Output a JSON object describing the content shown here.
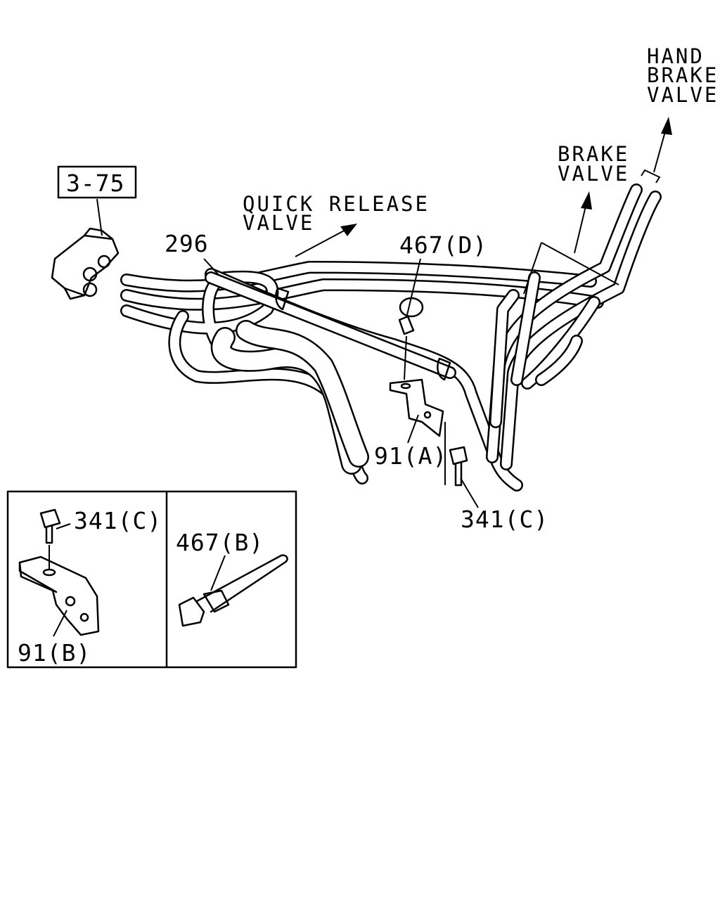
{
  "diagram": {
    "labels": {
      "ref_box": "3-75",
      "quick_release_line1": "QUICK RELEASE",
      "quick_release_line2": "VALVE",
      "brake_line1": "BRAKE",
      "brake_line2": "VALVE",
      "hand_brake_line1": "HAND",
      "hand_brake_line2": "BRAKE",
      "hand_brake_line3": "VALVE",
      "part_296": "296",
      "part_467d": "467(D)",
      "part_91a": "91(A)",
      "part_341c_main": "341(C)",
      "part_341c_inset": "341(C)",
      "part_91b": "91(B)",
      "part_467b": "467(B)"
    }
  }
}
